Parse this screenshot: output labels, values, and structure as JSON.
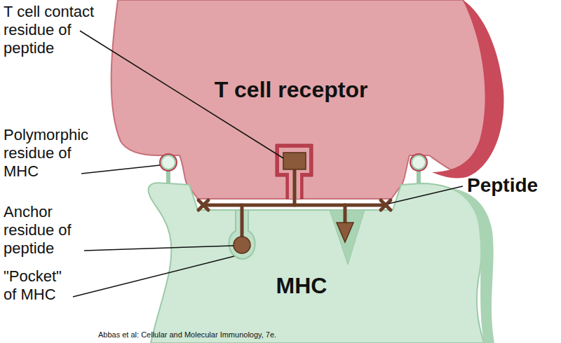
{
  "diagram": {
    "nodes": [
      {
        "text": [
          "T cell receptor"
        ]
      },
      {
        "text": [
          "MHC"
        ]
      }
    ],
    "labels": [
      "T cell contact residue of peptide",
      "Polymorphic residue of MHC",
      "Peptide",
      "Anchor residue of peptide",
      "\"Pocket\" of MHC",
      "Abbas et al: Cellular and Molecular Immunology, 7e."
    ]
  }
}
